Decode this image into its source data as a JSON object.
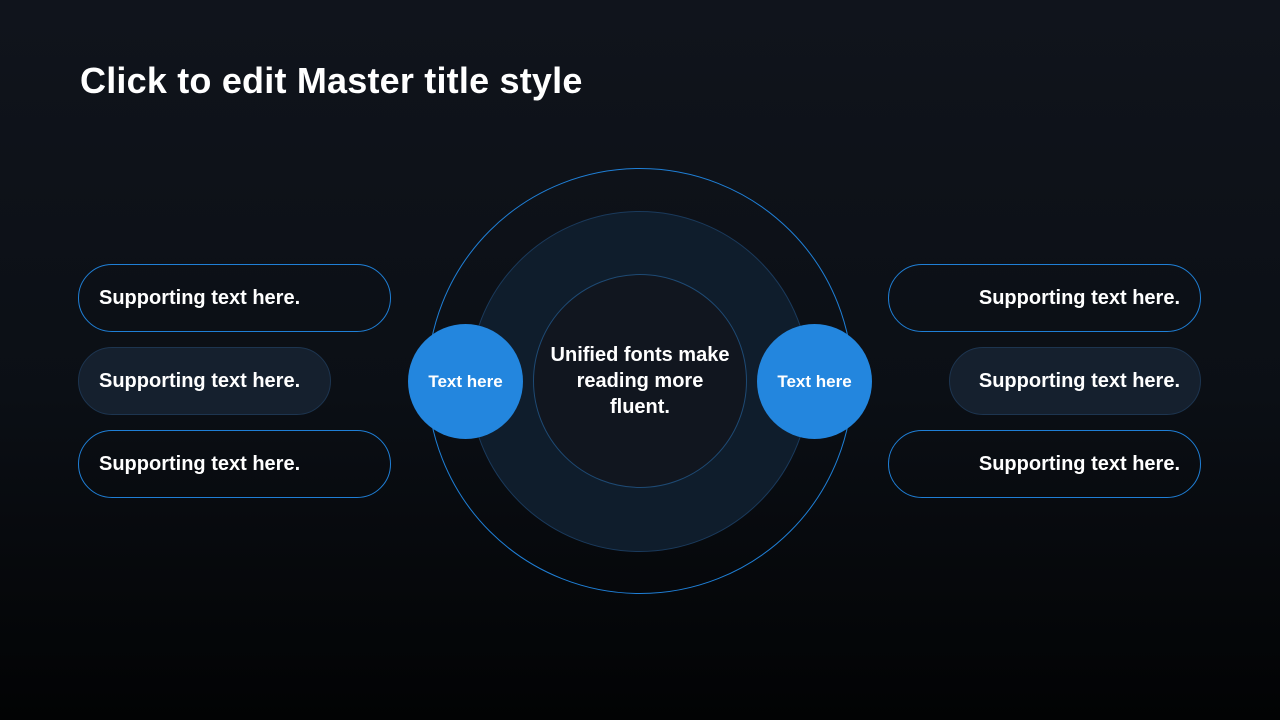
{
  "slide": {
    "title": "Click to edit Master title style"
  },
  "diagram": {
    "center_text": "Unified fonts make reading more fluent.",
    "left_node": "Text here",
    "right_node": "Text here",
    "left_items": [
      "Supporting text here.",
      "Supporting text here.",
      "Supporting text here."
    ],
    "right_items": [
      "Supporting text here.",
      "Supporting text here.",
      "Supporting text here."
    ]
  },
  "colors": {
    "accent_blue": "#2386de",
    "outline_blue": "#1f7fd6",
    "background_dark": "#0b0f15",
    "band_fill": "#0f1d2c"
  }
}
